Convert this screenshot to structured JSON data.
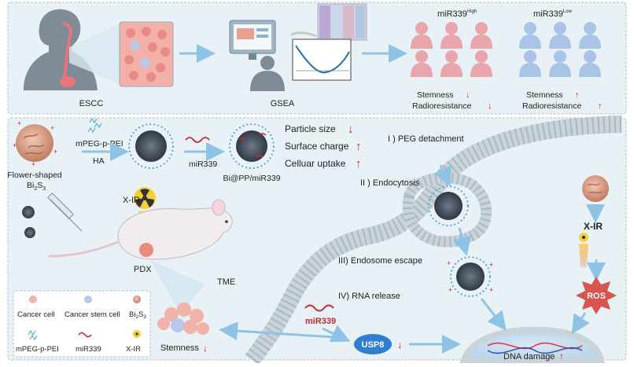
{
  "top": {
    "escc_label": "ESCC",
    "gsea_label": "GSEA",
    "high_group": {
      "base": "miR339",
      "sup": "High",
      "stemness": "Stemness",
      "radioresistance": "Radioresistance"
    },
    "low_group": {
      "base": "miR339",
      "sup": "Low",
      "stemness": "Stemness",
      "radioresistance": "Radioresistance"
    }
  },
  "synthesis": {
    "reagent_1": "mPEG-p-PEI",
    "reagent_2": "HA",
    "reagent_3": "miR339",
    "flower_label_line1": "Flower-shaped",
    "flower_label_base": "Bi",
    "flower_sub_1": "2",
    "flower_mid": "S",
    "flower_sub_2": "3",
    "product_label": "Bi@PP/miR339",
    "properties": [
      {
        "name": "Particle size",
        "direction": "down"
      },
      {
        "name": "Surface charge",
        "direction": "up"
      },
      {
        "name": "Celluar uptake",
        "direction": "up"
      }
    ]
  },
  "mouse": {
    "xir_label": "X-IR",
    "pdx_label": "PDX",
    "tme_label": "TME"
  },
  "steps": {
    "step1": "I ) PEG detachment",
    "step2": "II ) Endocytosis",
    "step3": "III) Endosome escape",
    "step4": "IV) RNA release"
  },
  "right": {
    "xir_label": "X-IR",
    "ros_label": "ROS"
  },
  "bottom": {
    "mir_label": "miR339",
    "usp8_label": "USP8",
    "dna_label": "DNA damage",
    "stemness_label": "Stemness"
  },
  "legend": {
    "items": [
      {
        "label": "Cancer cell",
        "icon": "cancer-cell-icon"
      },
      {
        "label": "Cancer stem cell",
        "icon": "cancer-stem-cell-icon"
      },
      {
        "label": "Bi",
        "sub1": "2",
        "mid": "S",
        "sub2": "3",
        "icon": "bi2s3-icon"
      },
      {
        "label": "mPEG-p-PEI",
        "icon": "polymer-icon"
      },
      {
        "label": "miR339",
        "icon": "mirna-icon"
      },
      {
        "label": "X-IR",
        "icon": "radiation-icon"
      }
    ]
  },
  "colors": {
    "panel_bg": "#e8f1f5",
    "panel_border": "#a9c2cc",
    "arrow_blue": "#8fc3e6",
    "red_arrow": "#c8292e",
    "pink_person": "#e8a5ac",
    "blue_person": "#a9c4e6",
    "ros_red": "#d9534f",
    "usp8_blue": "#2f7fd0"
  }
}
